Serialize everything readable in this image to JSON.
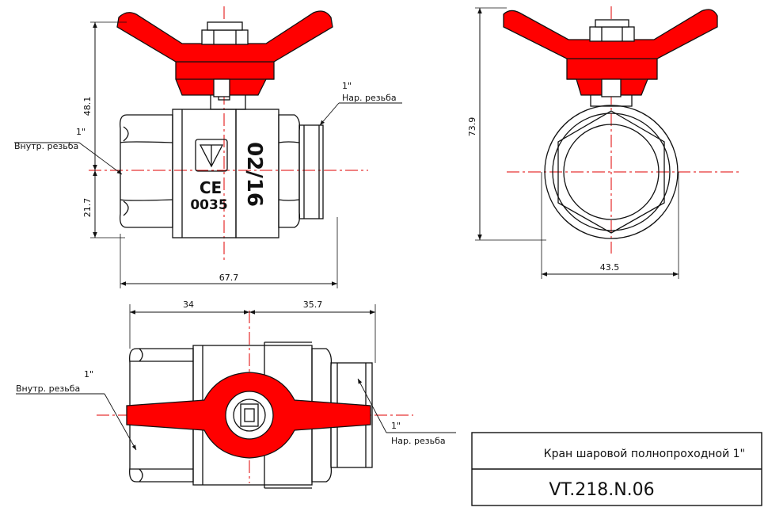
{
  "colors": {
    "handle": "#ff0000",
    "center_line": "#e00000",
    "outline": "#111111"
  },
  "front_view": {
    "dim_height_upper": "48.1",
    "dim_height_lower": "21.7",
    "dim_length": "67.7",
    "left_thread_size": "1\"",
    "left_thread_type": "Внутр. резьба",
    "right_thread_size": "1\"",
    "right_thread_type": "Нар. резьба",
    "marking_date": "02/16",
    "marking_ce": "CE",
    "marking_number": "0035"
  },
  "side_view": {
    "dim_height": "73.9",
    "dim_width": "43.5"
  },
  "top_view": {
    "dim_left": "34",
    "dim_right": "35.7",
    "left_thread_size": "1\"",
    "left_thread_type": "Внутр. резьба",
    "right_thread_size": "1\"",
    "right_thread_type": "Нар. резьба"
  },
  "title_block": {
    "name": "Кран шаровой полнопроходной 1\"",
    "code": "VT.218.N.06"
  }
}
